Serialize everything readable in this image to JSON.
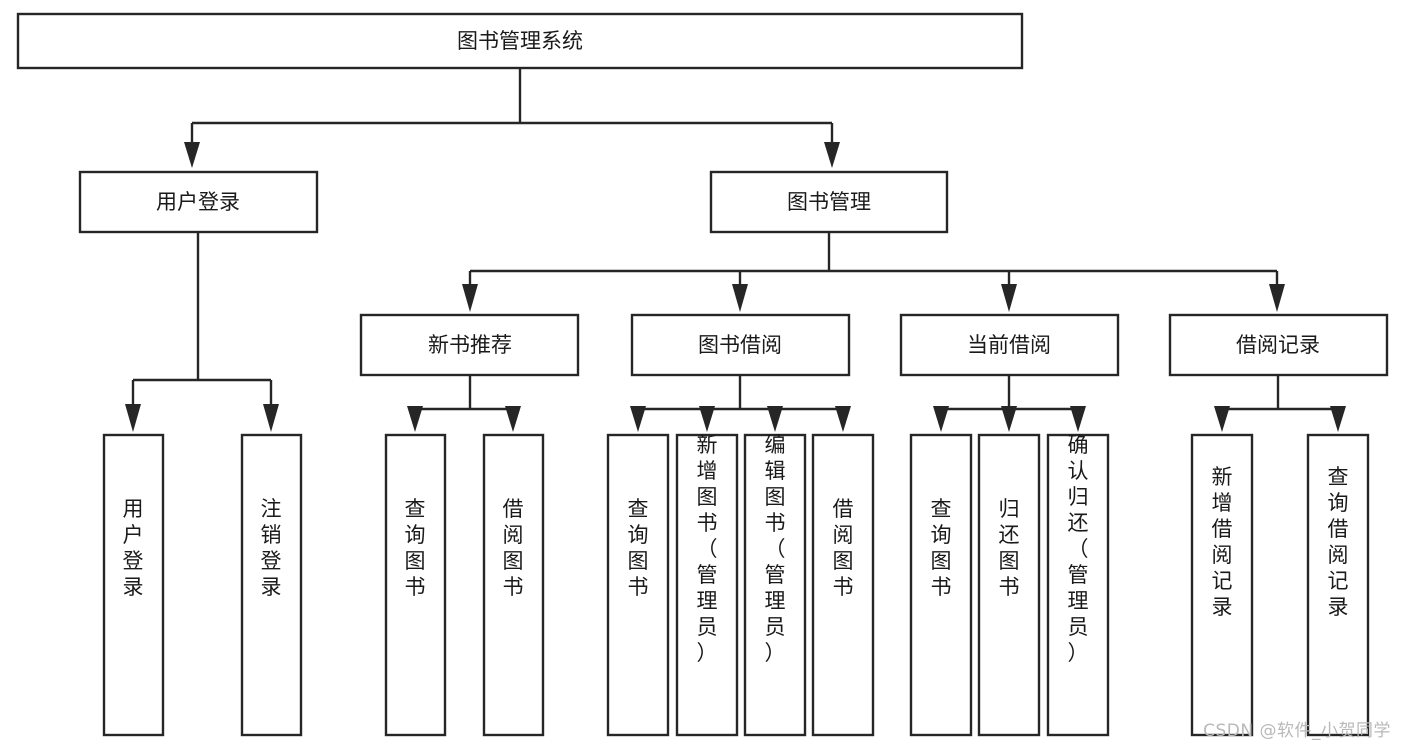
{
  "diagram": {
    "type": "tree",
    "orientation": "top-down",
    "root": {
      "label": "图书管理系统",
      "text_direction": "horizontal"
    },
    "level2": [
      {
        "label": "用户登录",
        "text_direction": "horizontal"
      },
      {
        "label": "图书管理",
        "text_direction": "horizontal"
      }
    ],
    "level3": [
      {
        "label": "新书推荐",
        "text_direction": "horizontal",
        "parent": "图书管理"
      },
      {
        "label": "图书借阅",
        "text_direction": "horizontal",
        "parent": "图书管理"
      },
      {
        "label": "当前借阅",
        "text_direction": "horizontal",
        "parent": "图书管理"
      },
      {
        "label": "借阅记录",
        "text_direction": "horizontal",
        "parent": "图书管理"
      }
    ],
    "leaves": [
      {
        "label": "用户登录",
        "parent": "用户登录",
        "text_direction": "vertical"
      },
      {
        "label": "注销登录",
        "parent": "用户登录",
        "text_direction": "vertical"
      },
      {
        "label": "查询图书",
        "parent": "新书推荐",
        "text_direction": "vertical"
      },
      {
        "label": "借阅图书",
        "parent": "新书推荐",
        "text_direction": "vertical"
      },
      {
        "label": "查询图书",
        "parent": "图书借阅",
        "text_direction": "vertical"
      },
      {
        "label": "新增图书（管理员）",
        "parent": "图书借阅",
        "text_direction": "vertical"
      },
      {
        "label": "编辑图书（管理员）",
        "parent": "图书借阅",
        "text_direction": "vertical"
      },
      {
        "label": "借阅图书",
        "parent": "图书借阅",
        "text_direction": "vertical"
      },
      {
        "label": "查询图书",
        "parent": "当前借阅",
        "text_direction": "vertical"
      },
      {
        "label": "归还图书",
        "parent": "当前借阅",
        "text_direction": "vertical"
      },
      {
        "label": "确认归还（管理员）",
        "parent": "当前借阅",
        "text_direction": "vertical"
      },
      {
        "label": "新增借阅记录",
        "parent": "借阅记录",
        "text_direction": "vertical"
      },
      {
        "label": "查询借阅记录",
        "parent": "借阅记录",
        "text_direction": "vertical"
      }
    ],
    "colors": {
      "stroke": "#262626",
      "fill": "#ffffff",
      "text": "#1a1a1a",
      "watermark": "#b9b9b9"
    }
  },
  "watermark": {
    "text": "CSDN @软件_小贺同学"
  }
}
